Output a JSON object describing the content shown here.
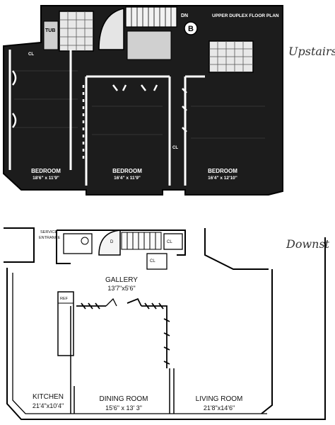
{
  "upper": {
    "title": "UPPER DUPLEX FLOOR PLAN",
    "badge": "B",
    "dn": "DN",
    "tub": "TUB",
    "cl1": "CL",
    "cl2": "CL",
    "rooms": [
      {
        "name": "BEDROOM",
        "dims": "18'6\" x 11'9\""
      },
      {
        "name": "BEDROOM",
        "dims": "16'4\" x 11'9\""
      },
      {
        "name": "BEDROOM",
        "dims": "16'4\" x 12'10\""
      }
    ],
    "side_note": "Upstairs"
  },
  "lower": {
    "service": "SERVICE",
    "entrance": "ENTRANCE",
    "d": "D",
    "cl1": "CL",
    "cl2": "CL",
    "ref": "REF",
    "gallery": {
      "name": "GALLERY",
      "dims": "13'7\"x5'6\""
    },
    "kitchen": {
      "name": "KITCHEN",
      "dims": "21'4\"x10'4\""
    },
    "dining": {
      "name": "DINING ROOM",
      "dims": "15'6\" x 13' 3\""
    },
    "living": {
      "name": "LIVING ROOM",
      "dims": "21'8\"x14'6\""
    },
    "side_note": "Downst"
  }
}
